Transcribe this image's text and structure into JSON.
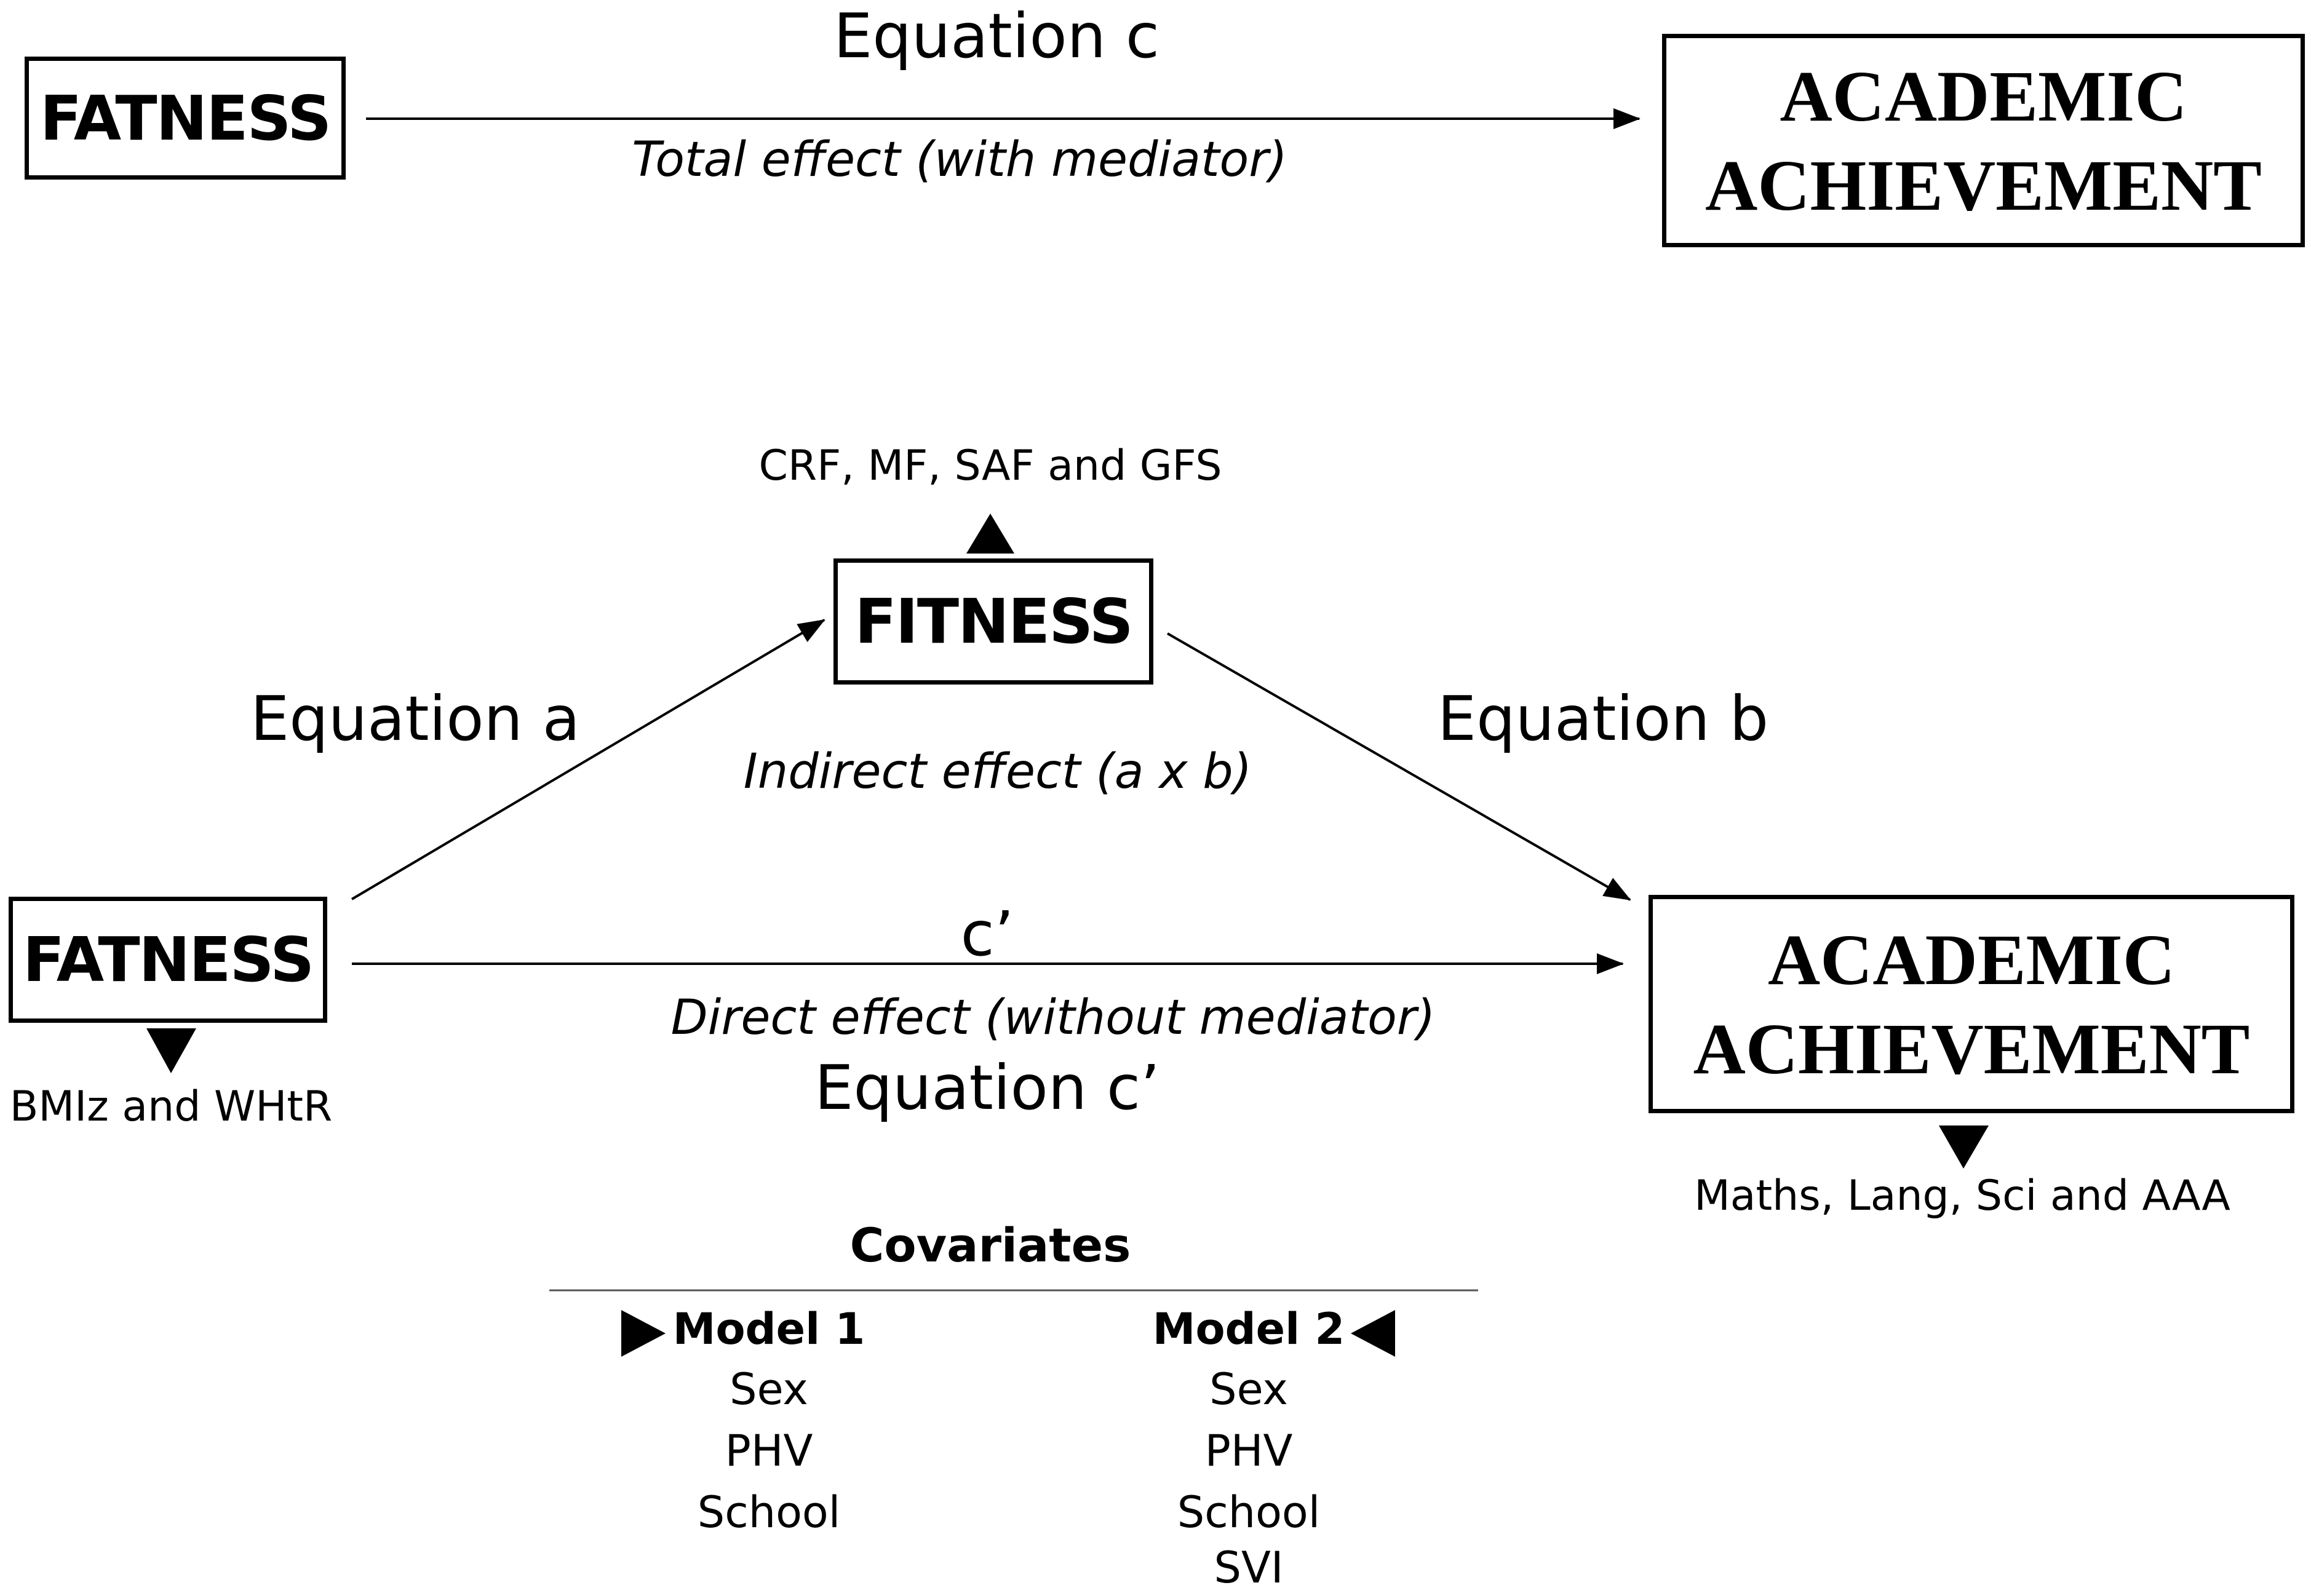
{
  "top": {
    "fatness_label": "FATNESS",
    "academic_line1": "ACADEMIC",
    "academic_line2": "ACHIEVEMENT",
    "equation_c": "Equation c",
    "total_effect": "Total effect (with mediator)"
  },
  "bottom": {
    "fitness_label": "FITNESS",
    "fitness_measures": "CRF, MF, SAF and GFS",
    "fatness_label": "FATNESS",
    "fatness_measures": "BMIz and WHtR",
    "academic_line1": "ACADEMIC",
    "academic_line2": "ACHIEVEMENT",
    "academic_measures": "Maths, Lang, Sci and AAA",
    "equation_a": "Equation a",
    "equation_b": "Equation b",
    "indirect_effect": "Indirect effect (a x b)",
    "c_prime": "c’",
    "direct_effect": "Direct effect (without mediator)",
    "equation_c_prime": "Equation c’"
  },
  "covariates": {
    "title": "Covariates",
    "model1": {
      "name": "Model 1",
      "items": [
        "Sex",
        "PHV",
        "School"
      ]
    },
    "model2": {
      "name": "Model 2",
      "items": [
        "Sex",
        "PHV",
        "School",
        "SVI"
      ]
    }
  }
}
